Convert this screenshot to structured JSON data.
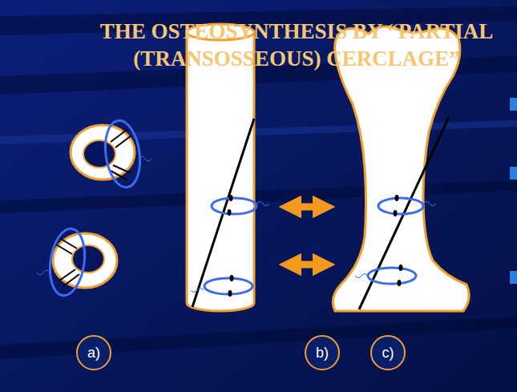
{
  "diagram": {
    "title": "THE OSTEOSYNTHESIS BY “PARTIAL (TRANSOSSEOUS) CERCLAGE”",
    "nodes": [
      {
        "text": [
          "a)"
        ]
      },
      {
        "text": [
          "b)"
        ]
      },
      {
        "text": [
          "c)"
        ]
      }
    ]
  }
}
